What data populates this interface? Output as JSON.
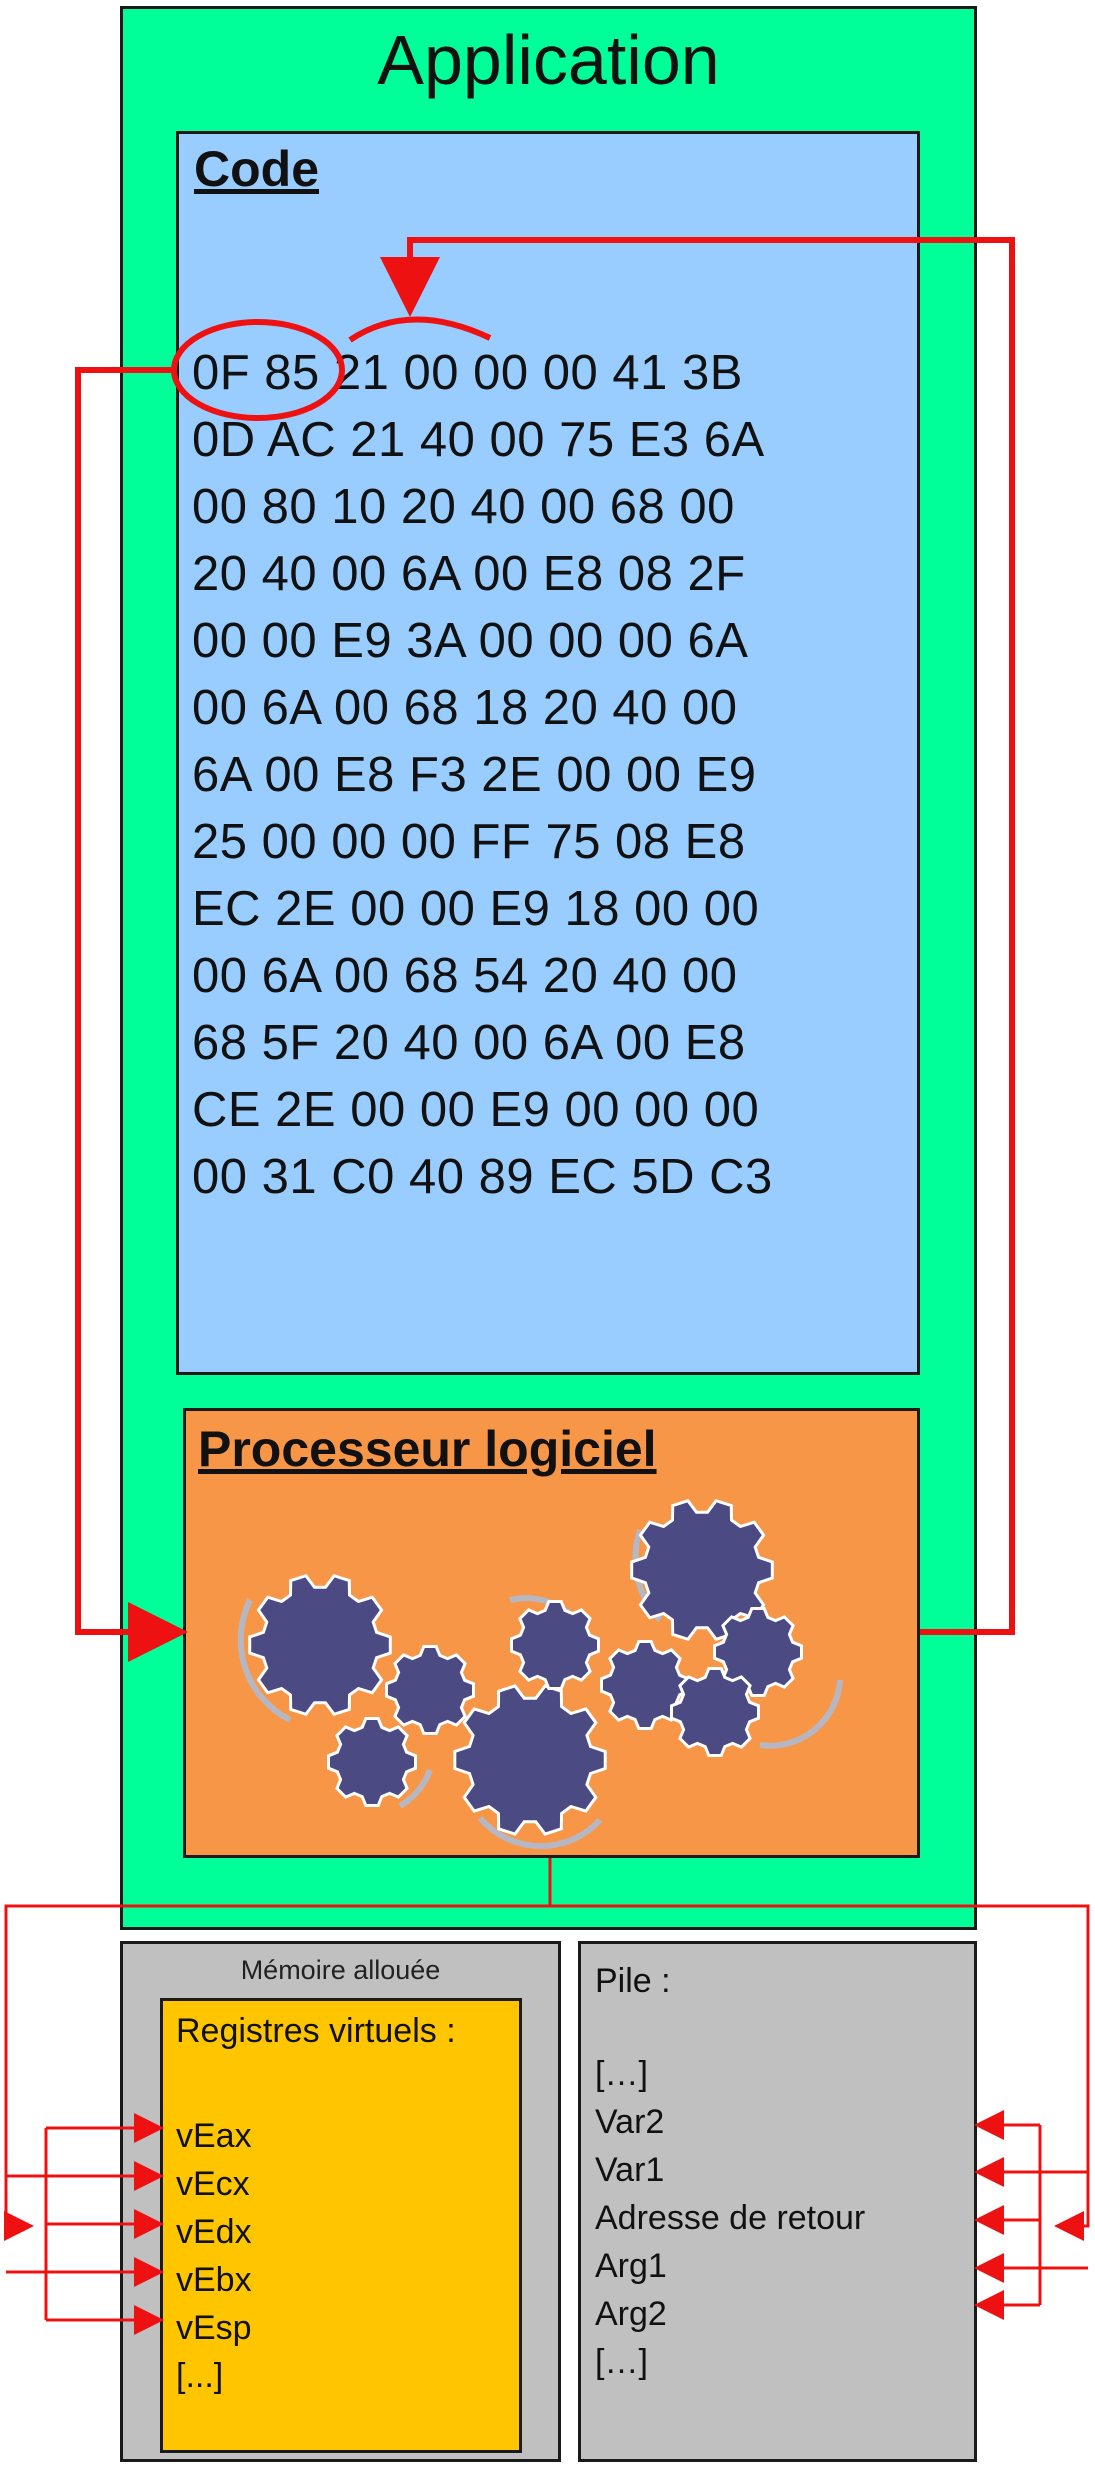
{
  "colors": {
    "application_bg": "#00ff99",
    "code_bg": "#99ccff",
    "processor_bg": "#f79646",
    "memory_bg": "#c0c0c0",
    "registers_bg": "#ffc600",
    "stack_bg": "#c0c0c0",
    "arrow": "#ee1111",
    "gear_fill": "#4b4a82",
    "gear_arc": "#b7b7c4"
  },
  "application": {
    "title": "Application"
  },
  "code": {
    "title": "Code",
    "hex_lines": [
      "0F 85 21 00 00 00 41 3B",
      "0D AC 21 40 00 75 E3 6A",
      "00 80 10 20 40 00 68 00",
      "20 40 00 6A 00 E8 08 2F",
      "00 00 E9 3A 00 00 00 6A",
      "00 6A 00 68 18 20 40 00",
      "6A 00 E8 F3 2E 00 00 E9",
      "25 00 00 00 FF 75 08 E8",
      "EC 2E 00 00 E9 18 00 00",
      "00 6A 00 68 54 20 40 00",
      "68 5F 20 40 00 6A 00 E8",
      "CE 2E 00 00 E9 00 00 00",
      "00 31 C0 40 89 EC 5D C3"
    ]
  },
  "processor": {
    "title": "Processeur logiciel",
    "icon": "gears-icon"
  },
  "memory": {
    "title": "Mémoire allouée",
    "registers_title": "Registres virtuels :",
    "registers": [
      "vEax",
      "vEcx",
      "vEdx",
      "vEbx",
      "vEsp",
      "[...]"
    ]
  },
  "stack": {
    "title": "Pile :",
    "items": [
      "[…]",
      "Var2",
      "Var1",
      "Adresse de retour",
      "Arg1",
      "Arg2",
      "[…]"
    ]
  }
}
